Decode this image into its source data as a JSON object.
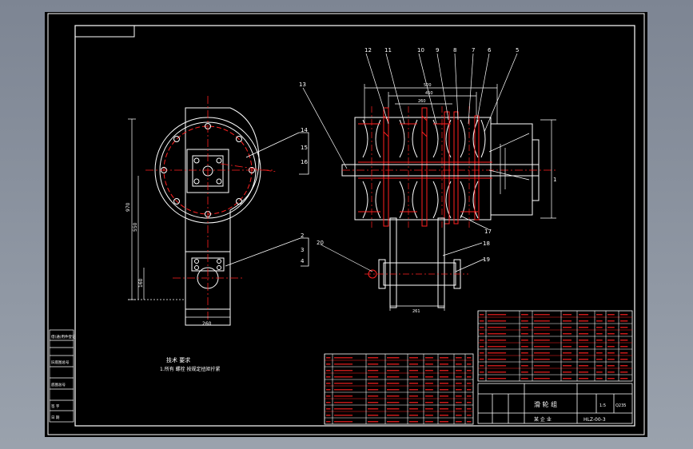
{
  "colors": {
    "viewport_bg": "#8a929e",
    "sheet_bg": "#000000",
    "outline": "#ffffff",
    "centerline": "#ff2020",
    "hidden": "#ffffff"
  },
  "front_view": {
    "dimensions": {
      "width": "260",
      "total_height": "970",
      "height_mid": "550",
      "offset": "160"
    }
  },
  "section_view": {
    "dimensions": {
      "top_outer": "520",
      "top_mid": "450",
      "top_inner": "260",
      "bottom_span": "261"
    },
    "balloons": [
      "12",
      "11",
      "10",
      "9",
      "8",
      "7",
      "6",
      "5",
      "13",
      "14",
      "15",
      "16",
      "2",
      "3",
      "4",
      "1",
      "17",
      "18",
      "19",
      "20"
    ]
  },
  "tech_notes": {
    "title": "技术 要求",
    "line1": "1.所有 螺栓 按规定扭矩拧紧"
  },
  "title_block": {
    "drawing_name": "滑 轮 组",
    "drawing_number": "HLZ-00-3",
    "company": "某 企 业",
    "scale": "1:5",
    "material": "Q235"
  },
  "left_stamp": {
    "rows": [
      "借(通)用件登记",
      "旧底图总号",
      "底图总号",
      "签 字",
      "日 期"
    ]
  }
}
